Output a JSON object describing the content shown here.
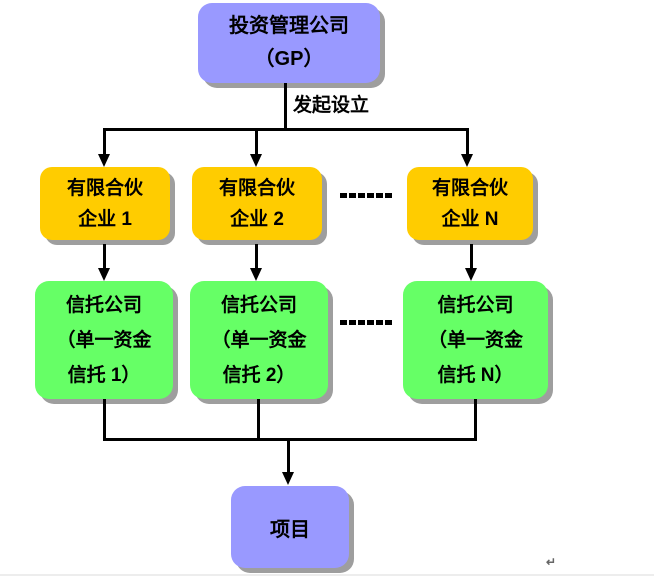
{
  "diagram": {
    "title_box": {
      "line1": "投资管理公司",
      "line2": "（GP）"
    },
    "edge_label": "发起设立",
    "partnership_boxes": [
      {
        "line1": "有限合伙",
        "line2": "企业 1"
      },
      {
        "line1": "有限合伙",
        "line2": "企业 2"
      },
      {
        "line1": "有限合伙",
        "line2": "企业 N"
      }
    ],
    "trust_boxes": [
      {
        "line1": "信托公司",
        "line2": "（单一资金",
        "line3": "信托 1）"
      },
      {
        "line1": "信托公司",
        "line2": "（单一资金",
        "line3": "信托 2）"
      },
      {
        "line1": "信托公司",
        "line2": "（单一资金",
        "line3": "信托 N）"
      }
    ],
    "project_box": {
      "label": "项目"
    },
    "return_mark": "↵",
    "colors": {
      "node_purple": "#9999ff",
      "node_yellow": "#ffcc00",
      "node_green": "#66ff66",
      "shadow_gray": "#9e9e9e",
      "connector_black": "#000000"
    }
  }
}
